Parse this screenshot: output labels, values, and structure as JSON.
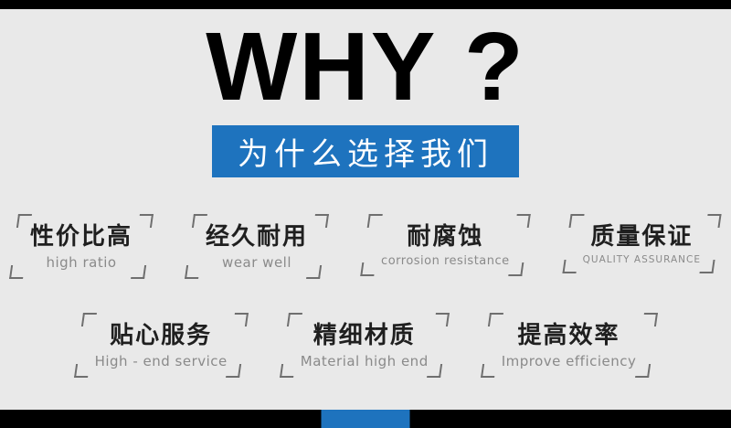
{
  "header": {
    "title_en": "WHY ?",
    "title_zh": "为什么选择我们"
  },
  "features_row1": [
    {
      "zh": "性价比高",
      "en": "high ratio"
    },
    {
      "zh": "经久耐用",
      "en": "wear well"
    },
    {
      "zh": "耐腐蚀",
      "en": "corrosion resistance"
    },
    {
      "zh": "质量保证",
      "en": "QUALITY ASSURANCE"
    }
  ],
  "features_row2": [
    {
      "zh": "贴心服务",
      "en": "High - end service"
    },
    {
      "zh": "精细材质",
      "en": "Material high end"
    },
    {
      "zh": "提高效率",
      "en": "Improve efficiency"
    }
  ],
  "colors": {
    "accent_blue": "#1e73be",
    "background_gray": "#e9e9e9",
    "bar_black": "#000000"
  }
}
